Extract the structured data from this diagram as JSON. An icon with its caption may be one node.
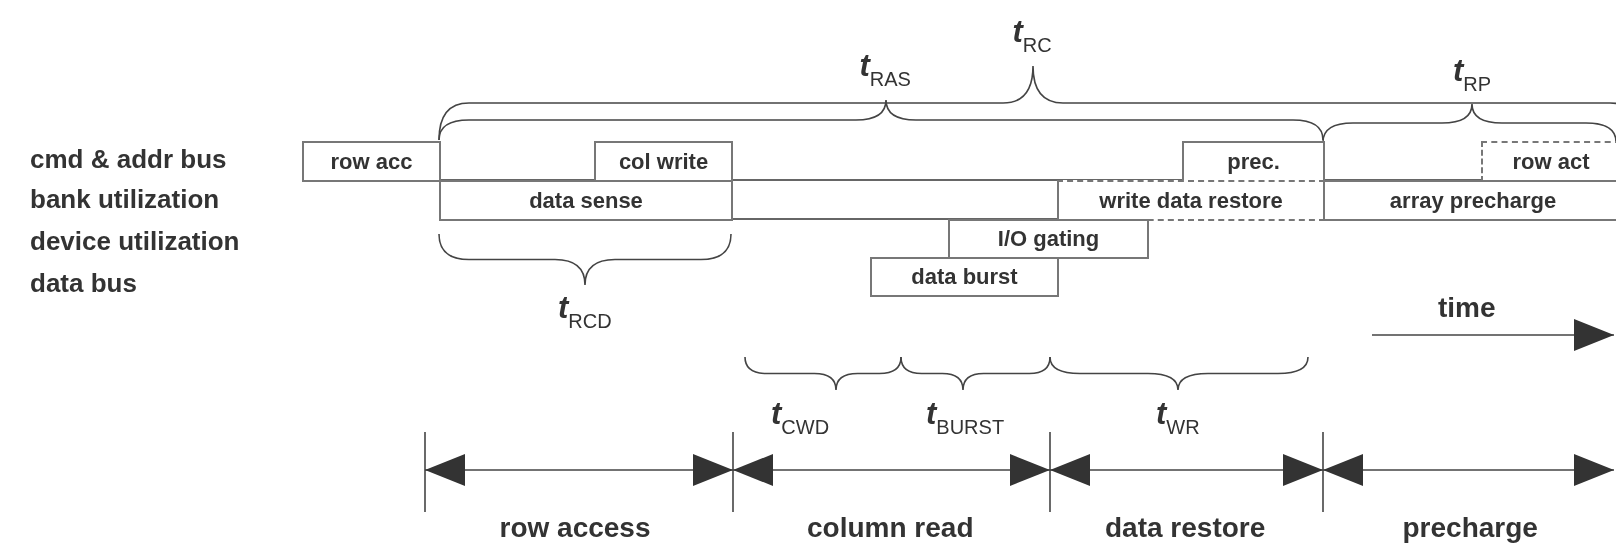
{
  "diagram": {
    "nodes": [
      {
        "text": [
          "row acc"
        ]
      },
      {
        "text": [
          "col write"
        ]
      },
      {
        "text": [
          "prec."
        ]
      },
      {
        "text": [
          "row act"
        ]
      },
      {
        "text": [
          "data sense"
        ]
      },
      {
        "text": [
          "write data restore"
        ]
      },
      {
        "text": [
          "array precharge"
        ]
      },
      {
        "text": [
          "I/O gating"
        ]
      },
      {
        "text": [
          "data burst"
        ]
      }
    ],
    "edges": [],
    "labels": [
      "cmd & addr bus",
      "bank utilization",
      "device utilization",
      "data bus",
      "*t*$_{RC}$",
      "*t*$_{RAS}$",
      "*t*$_{RP}$",
      "*t*$_{RCD}$",
      "*t*$_{CWD}$",
      "*t*$_{BURST}$",
      "*t*$_{WR}$",
      "time",
      "row access",
      "column read",
      "data restore",
      "precharge"
    ]
  }
}
